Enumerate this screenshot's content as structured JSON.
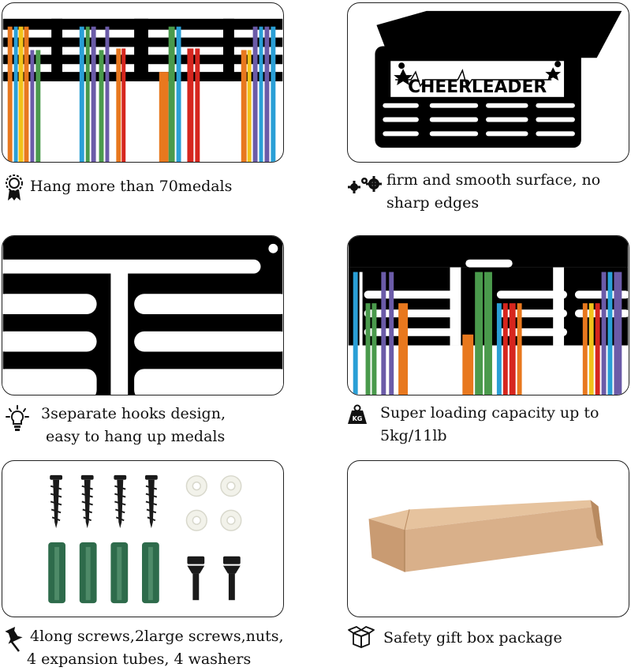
{
  "captions": {
    "medals": "Hang more than 70medals",
    "surface_line1": "firm and smooth surface, no",
    "surface_line2": "sharp edges",
    "hooks_line1": "3separate hooks design,",
    "hooks_line2": "easy to hang up medals",
    "capacity_line1": "Super loading capacity  up to",
    "capacity_line2": "5kg/11lb",
    "screws_line1": "4long screws,2large screws,nuts,",
    "screws_line2": "4 expansion tubes, 4 washers",
    "box": "Safety gift box package"
  },
  "rack_sign_text": "CHEERLEADER",
  "weight_icon_text": "KG",
  "colors": {
    "outline": "#222222",
    "metal": "#000000",
    "ribbon_blue": "#2a9fd6",
    "ribbon_orange": "#e8781e",
    "ribbon_yellow": "#f2c21a",
    "ribbon_green": "#4a9a4c",
    "ribbon_purple": "#6b5ba8",
    "ribbon_red": "#d6261e",
    "anchor_green": "#2e6b4b",
    "box_kraft": "#d9b08a"
  },
  "icons": {
    "medals": "award-rosette-icon",
    "surface": "gears-icon",
    "hooks": "lightbulb-icon",
    "capacity": "weight-kg-icon",
    "screws": "push-pin-icon",
    "box": "open-box-icon"
  }
}
